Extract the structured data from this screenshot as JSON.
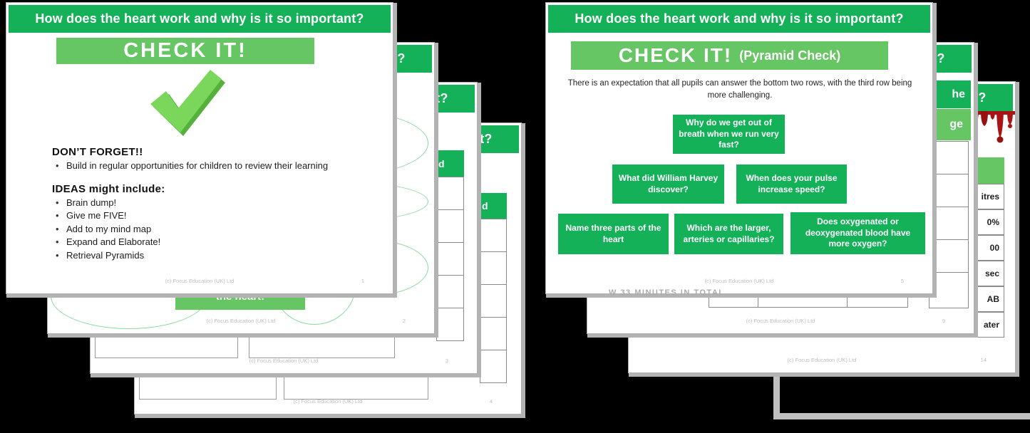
{
  "colors": {
    "background": "#000000",
    "green_dark": "#15b159",
    "green_light": "#65c663",
    "check_green": "#7bd65c",
    "check_green_shade": "#55b13c",
    "ellipse_green": "#8ad9a0",
    "blood_red": "#a91515"
  },
  "shared": {
    "title": "How does the heart work and why is it so important?",
    "copyright": "(c) Focus Education (UK) Ltd"
  },
  "left_stack": {
    "slide1": {
      "page_number": "1",
      "banner": "CHECK IT!",
      "dont_forget_heading": "DON’T FORGET!!",
      "dont_forget_bullet": "Build in regular opportunities for children to review their learning",
      "ideas_heading": "IDEAS might include:",
      "ideas": [
        "Brain dump!",
        "Give me FIVE!",
        "Add to my mind map",
        "Expand and Elaborate!",
        "Retrieval Pyramids"
      ]
    },
    "slide2": {
      "page_number": "2",
      "center_box_label": "the heart!"
    },
    "slide3": {
      "page_number": "3",
      "column_header_fragment": "d"
    },
    "slide4": {
      "page_number": "4",
      "column_header_fragment": "d"
    }
  },
  "right_stack": {
    "slide5": {
      "page_number": "5",
      "banner_main": "CHECK IT!",
      "banner_sub": "(Pyramid Check)",
      "subtitle": "There is an expectation that all pupils can answer the bottom two rows, with the third row being more challenging.",
      "pyramid_top": "Why do we get out of breath when we run very fast?",
      "pyramid_mid_left": "What did William Harvey discover?",
      "pyramid_mid_right": "When does your pulse increase speed?",
      "pyramid_bottom_left": "Name three parts of the heart",
      "pyramid_bottom_mid": "Which are the larger, arteries or capillaries?",
      "pyramid_bottom_right": "Does oxygenated or deoxygenated blood have more oxygen?",
      "clipped_fragment": "W 33 MINUTES IN TOTAL"
    },
    "slide9": {
      "page_number": "9",
      "dark_box_fragment": "he",
      "light_box_fragment": "ge"
    },
    "slide14": {
      "page_number": "14",
      "answer_fragments": [
        "itres",
        "0%",
        "00",
        "sec",
        "AB",
        "ater"
      ]
    }
  }
}
